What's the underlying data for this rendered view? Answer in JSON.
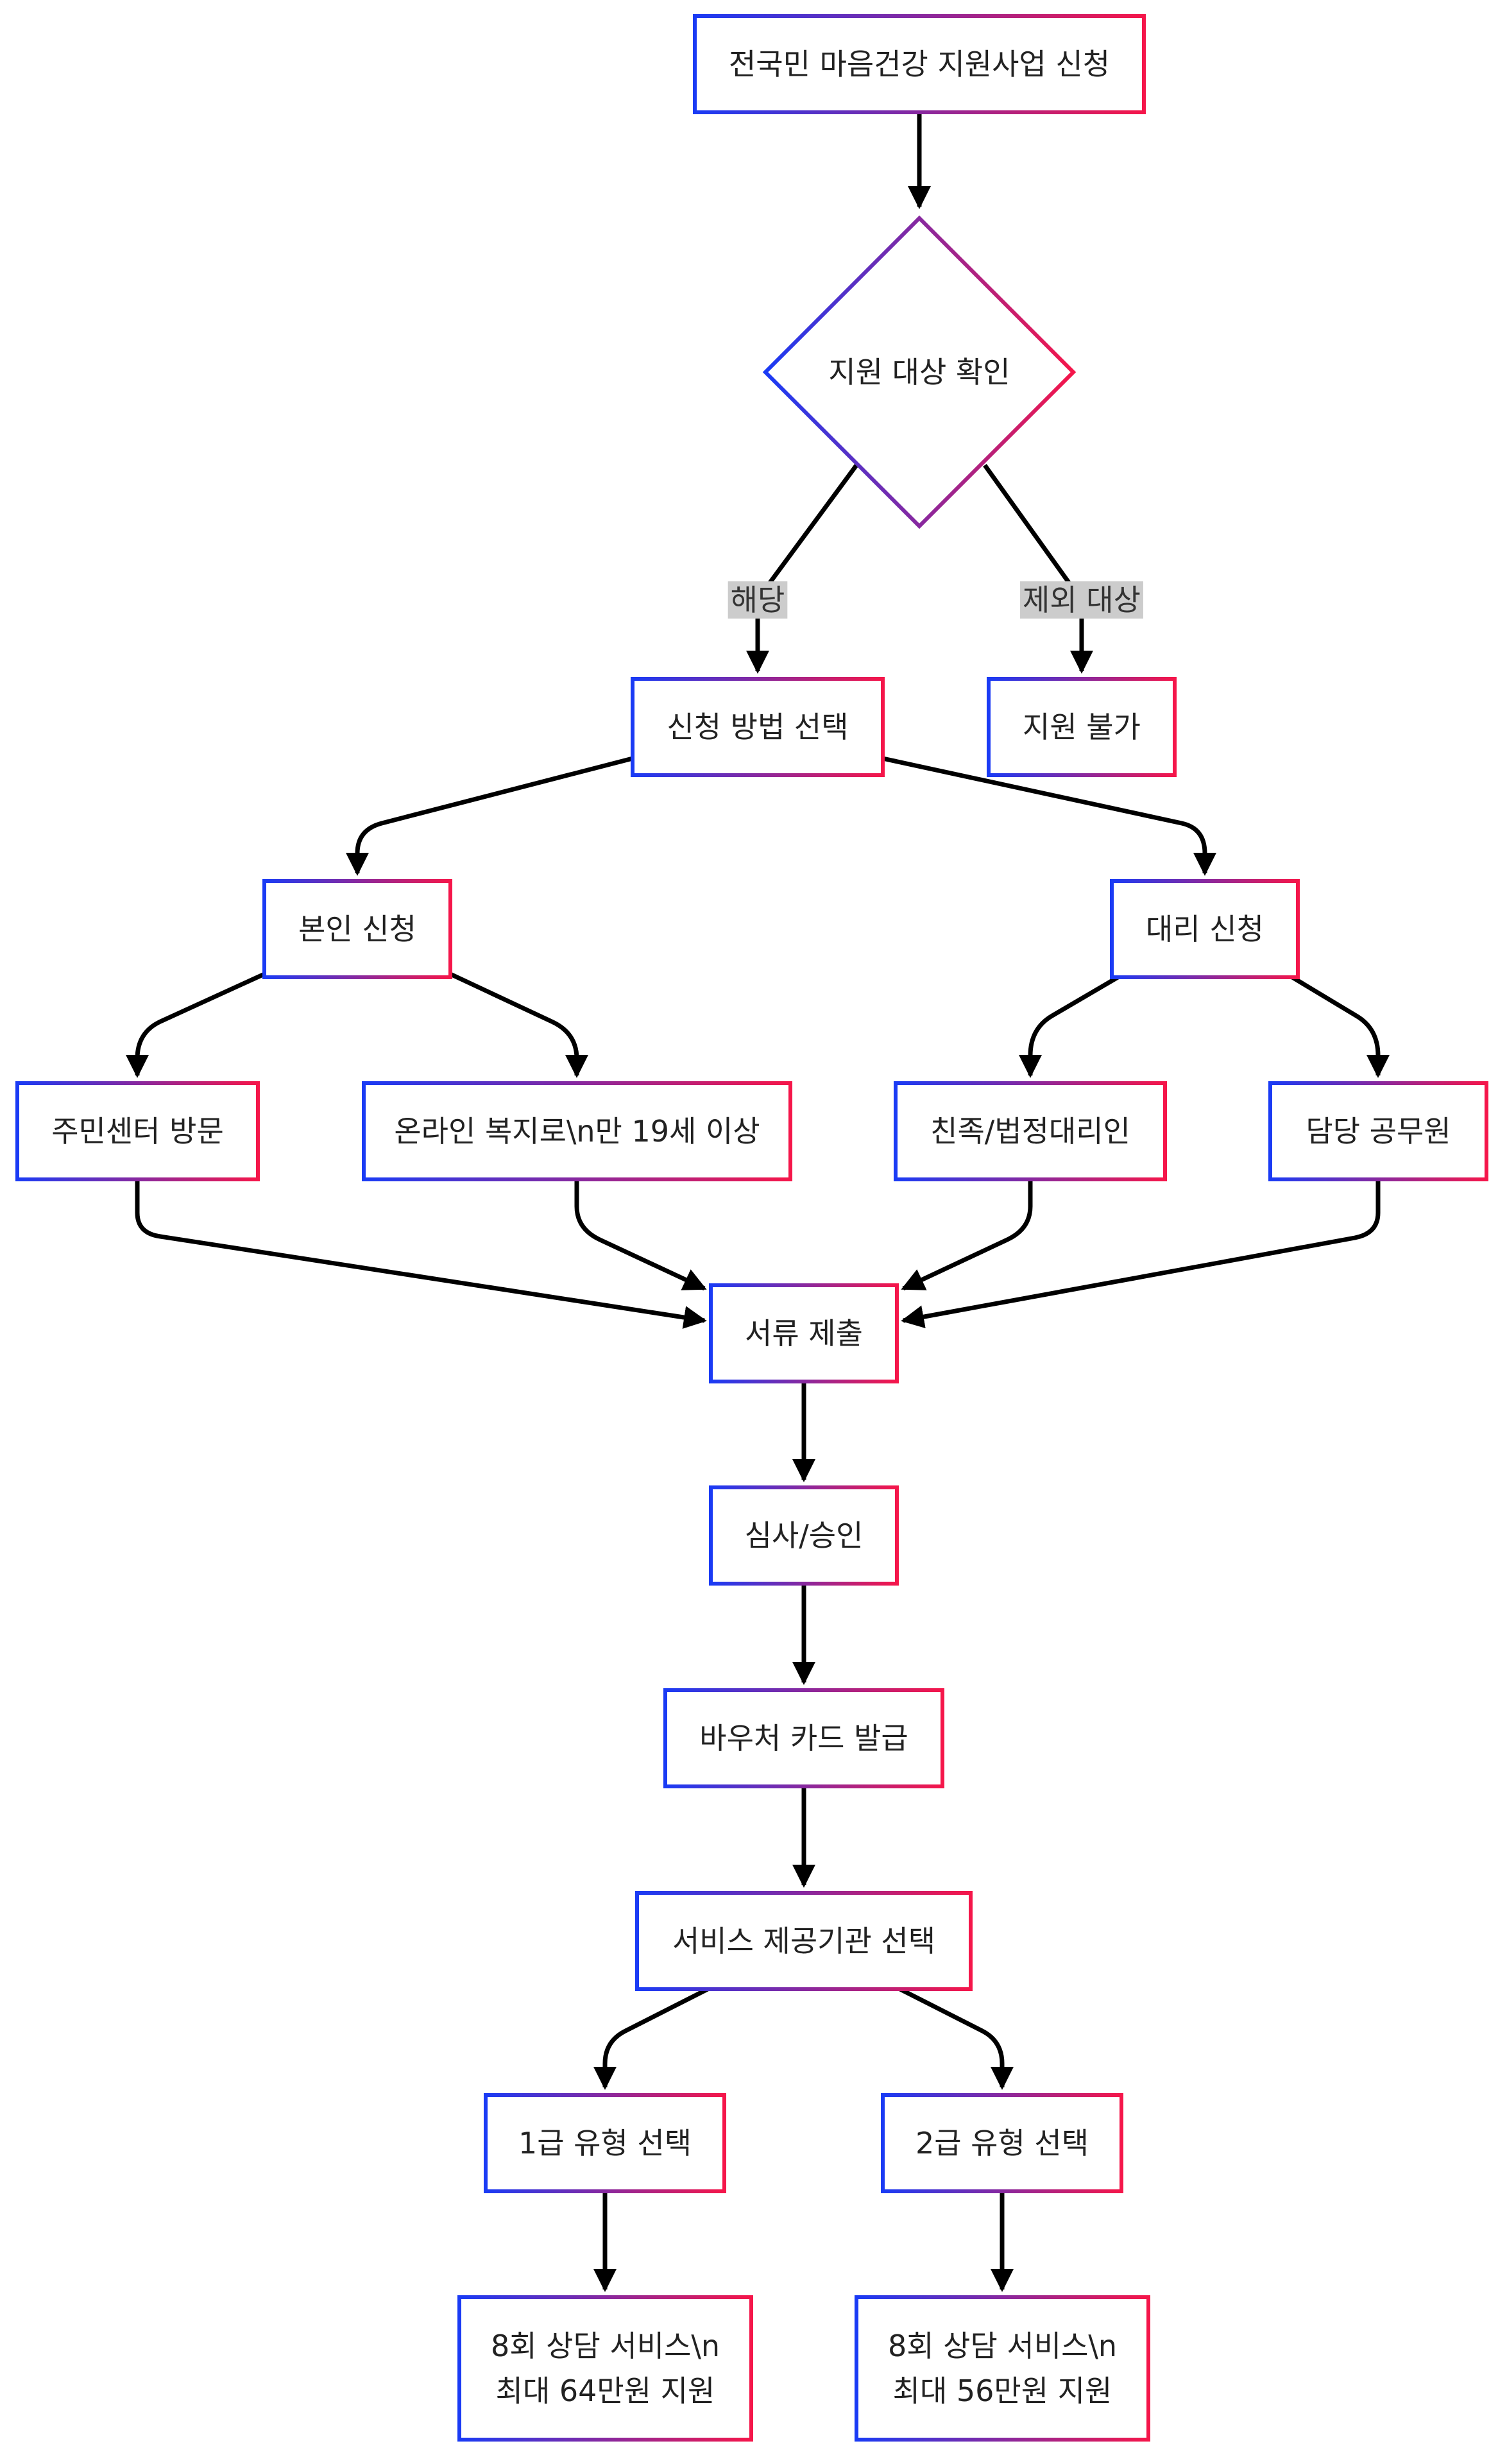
{
  "diagram": {
    "type": "flowchart",
    "colors": {
      "gradient_start": "#1a3bf5",
      "gradient_end": "#f5164a",
      "edge": "#000000",
      "edge_label_bg": "#cccccc"
    },
    "nodes": {
      "start": {
        "shape": "rect",
        "lines": [
          "전국민 마음건강 지원사업 신청"
        ]
      },
      "eligibility": {
        "shape": "diamond",
        "lines": [
          "지원 대상 확인"
        ]
      },
      "method": {
        "shape": "rect",
        "lines": [
          "신청 방법 선택"
        ]
      },
      "ineligible": {
        "shape": "rect",
        "lines": [
          "지원 불가"
        ]
      },
      "self": {
        "shape": "rect",
        "lines": [
          "본인 신청"
        ]
      },
      "proxy": {
        "shape": "rect",
        "lines": [
          "대리 신청"
        ]
      },
      "center": {
        "shape": "rect",
        "lines": [
          "주민센터 방문"
        ]
      },
      "online": {
        "shape": "rect",
        "lines": [
          "온라인 복지로\\n만 19세 이상"
        ]
      },
      "family": {
        "shape": "rect",
        "lines": [
          "친족/법정대리인"
        ]
      },
      "official": {
        "shape": "rect",
        "lines": [
          "담당 공무원"
        ]
      },
      "docs": {
        "shape": "rect",
        "lines": [
          "서류 제출"
        ]
      },
      "review": {
        "shape": "rect",
        "lines": [
          "심사/승인"
        ]
      },
      "voucher": {
        "shape": "rect",
        "lines": [
          "바우처 카드 발급"
        ]
      },
      "provider": {
        "shape": "rect",
        "lines": [
          "서비스 제공기관 선택"
        ]
      },
      "type1": {
        "shape": "rect",
        "lines": [
          "1급 유형 선택"
        ]
      },
      "type2": {
        "shape": "rect",
        "lines": [
          "2급 유형 선택"
        ]
      },
      "benefit1": {
        "shape": "rect",
        "lines": [
          "8회 상담 서비스\\n",
          "최대 64만원 지원"
        ]
      },
      "benefit2": {
        "shape": "rect",
        "lines": [
          "8회 상담 서비스\\n",
          "최대 56만원 지원"
        ]
      }
    },
    "edges": [
      {
        "from": "start",
        "to": "eligibility",
        "label": ""
      },
      {
        "from": "eligibility",
        "to": "method",
        "label": "해당"
      },
      {
        "from": "eligibility",
        "to": "ineligible",
        "label": "제외 대상"
      },
      {
        "from": "method",
        "to": "self",
        "label": ""
      },
      {
        "from": "method",
        "to": "proxy",
        "label": ""
      },
      {
        "from": "self",
        "to": "center",
        "label": ""
      },
      {
        "from": "self",
        "to": "online",
        "label": ""
      },
      {
        "from": "proxy",
        "to": "family",
        "label": ""
      },
      {
        "from": "proxy",
        "to": "official",
        "label": ""
      },
      {
        "from": "center",
        "to": "docs",
        "label": ""
      },
      {
        "from": "online",
        "to": "docs",
        "label": ""
      },
      {
        "from": "family",
        "to": "docs",
        "label": ""
      },
      {
        "from": "official",
        "to": "docs",
        "label": ""
      },
      {
        "from": "docs",
        "to": "review",
        "label": ""
      },
      {
        "from": "review",
        "to": "voucher",
        "label": ""
      },
      {
        "from": "voucher",
        "to": "provider",
        "label": ""
      },
      {
        "from": "provider",
        "to": "type1",
        "label": ""
      },
      {
        "from": "provider",
        "to": "type2",
        "label": ""
      },
      {
        "from": "type1",
        "to": "benefit1",
        "label": ""
      },
      {
        "from": "type2",
        "to": "benefit2",
        "label": ""
      }
    ]
  }
}
